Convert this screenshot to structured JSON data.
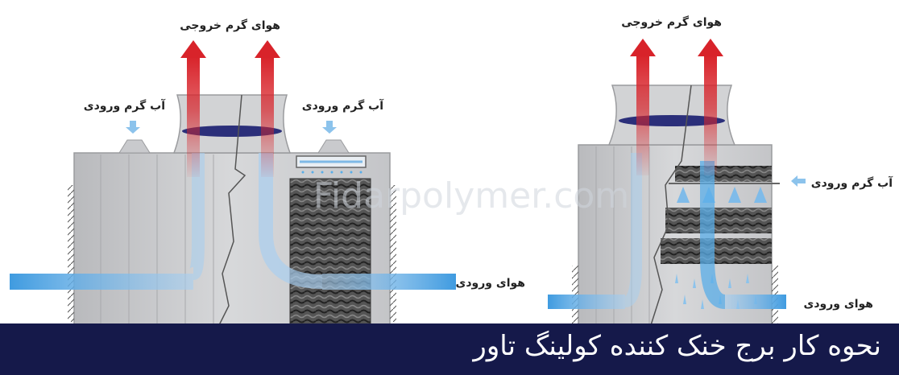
{
  "labels": {
    "hot_air_out": "هوای گرم خروجی",
    "hot_water_in": "آب گرم ورودی",
    "air_in": "هوای ورودی"
  },
  "watermark": "Fidarpolymer.com",
  "caption": "نحوه کار برج خنک کننده کولینگ تاور",
  "colors": {
    "caption_bg": "#15194a",
    "hot_arrow": "#d8232a",
    "air_flow": "#5aaee8",
    "tower_body": "#c9cacd",
    "fill_media": "#3a3a3a"
  }
}
